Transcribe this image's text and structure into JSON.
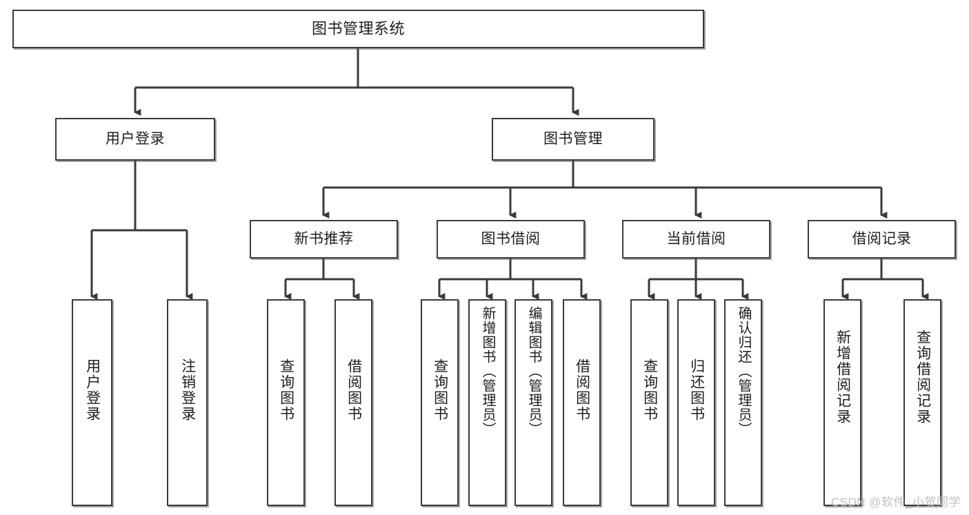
{
  "diagram": {
    "type": "tree-hierarchy-chart",
    "title": "图书管理系统",
    "accent_color": "#3a3a3a",
    "background_color": "#ffffff",
    "levels": {
      "level1": [
        {
          "id": "root",
          "label": "图书管理系统"
        }
      ],
      "level2": [
        {
          "id": "user-login",
          "label": "用户登录"
        },
        {
          "id": "book-manage",
          "label": "图书管理"
        }
      ],
      "level3": [
        {
          "id": "new-book-recommend",
          "label": "新书推荐",
          "parent": "book-manage"
        },
        {
          "id": "book-borrow",
          "label": "图书借阅",
          "parent": "book-manage"
        },
        {
          "id": "current-borrow",
          "label": "当前借阅",
          "parent": "book-manage"
        },
        {
          "id": "borrow-record",
          "label": "借阅记录",
          "parent": "book-manage"
        }
      ],
      "level4": [
        {
          "id": "leaf-user-login",
          "label": "用户登录",
          "parent": "user-login"
        },
        {
          "id": "leaf-logout-login",
          "label": "注销登录",
          "parent": "user-login"
        },
        {
          "id": "leaf-query-book-1",
          "label": "查询图书",
          "parent": "new-book-recommend"
        },
        {
          "id": "leaf-borrow-book-1",
          "label": "借阅图书",
          "parent": "new-book-recommend"
        },
        {
          "id": "leaf-query-book-2",
          "label": "查询图书",
          "parent": "book-borrow"
        },
        {
          "id": "leaf-add-book",
          "label": "新增图书（管理员）",
          "parent": "book-borrow"
        },
        {
          "id": "leaf-edit-book",
          "label": "编辑图书（管理员）",
          "parent": "book-borrow"
        },
        {
          "id": "leaf-borrow-book-2",
          "label": "借阅图书",
          "parent": "book-borrow"
        },
        {
          "id": "leaf-query-book-3",
          "label": "查询图书",
          "parent": "current-borrow"
        },
        {
          "id": "leaf-return-book",
          "label": "归还图书",
          "parent": "current-borrow"
        },
        {
          "id": "leaf-confirm-return",
          "label": "确认归还（管理员）",
          "parent": "current-borrow"
        },
        {
          "id": "leaf-add-record",
          "label": "新增借阅记录",
          "parent": "borrow-record"
        },
        {
          "id": "leaf-query-record",
          "label": "查询借阅记录",
          "parent": "borrow-record"
        }
      ]
    }
  },
  "watermark": {
    "text": "CSDN @软件_小贺同学"
  }
}
